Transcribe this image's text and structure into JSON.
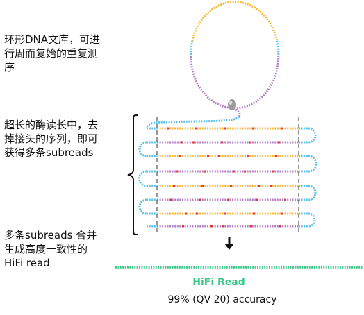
{
  "annotations": {
    "circular_library": "环形DNA文库，可进\n行周而复始的重复测\n序",
    "long_reads": "超长的酶读长中，去\n掉接头的序列，即可\n获得多条subreads",
    "merge": "多条subreads 合并\n生成高度一致性的\nHiFi read"
  },
  "hifi": {
    "label": "HiFi Read",
    "accuracy": "99% (QV 20) accuracy"
  },
  "colors": {
    "adapter": "#5bc0e8",
    "strand_forward": "#f5b83c",
    "strand_reverse": "#b57fc8",
    "error": "#e53935",
    "hifi": "#3ec78a",
    "brace": "#111111"
  }
}
